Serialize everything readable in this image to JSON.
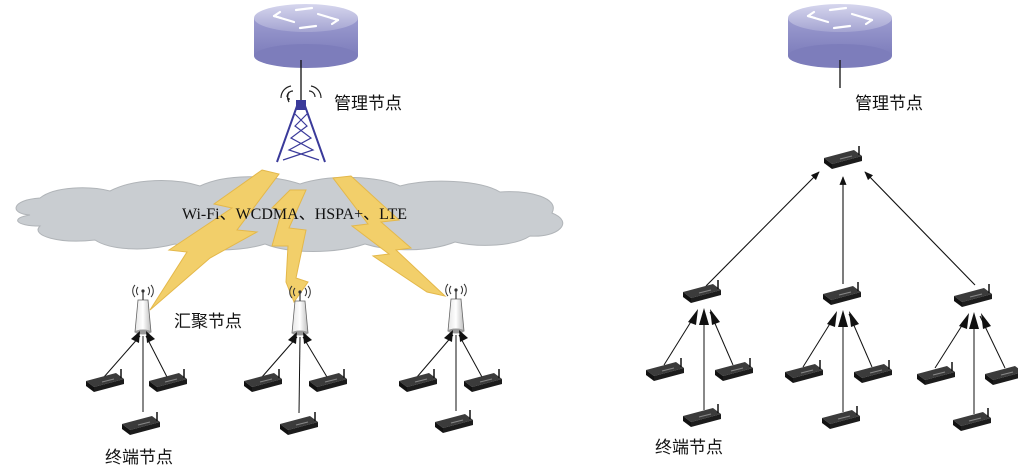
{
  "left": {
    "management_label": "管理节点",
    "wireless_label": "Wi-Fi、WCDMA、HSPA+、LTE",
    "sink_label": "汇聚节点",
    "terminal_label": "终端节点"
  },
  "right": {
    "management_label": "管理节点",
    "terminal_label": "终端节点"
  },
  "colors": {
    "router_top": "#b6b6dc",
    "router_side": "#8e8ec4",
    "cloud": "#c9cdd1",
    "lightning": "#f2cf6a",
    "tower": "#3a3a9a",
    "device": "#222222"
  }
}
